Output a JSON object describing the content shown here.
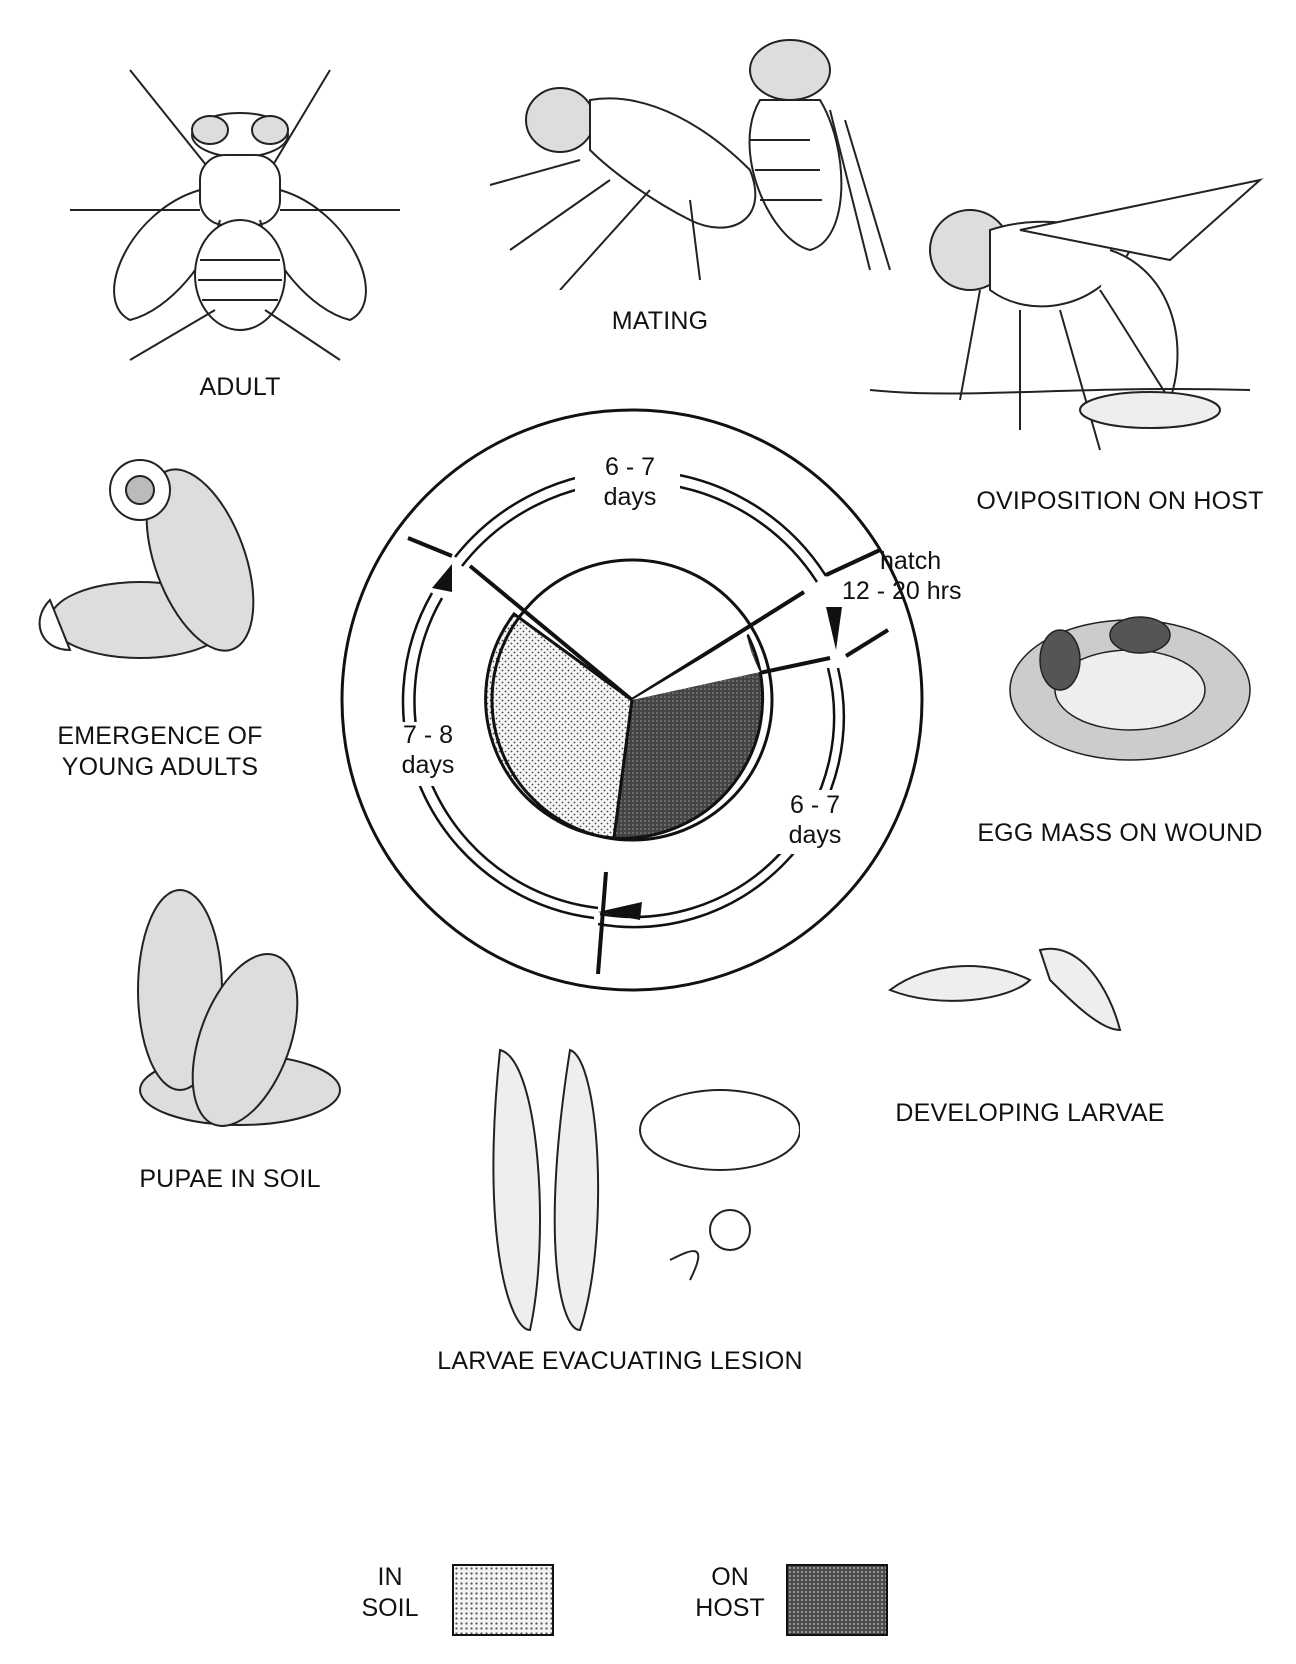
{
  "stages": {
    "adult": "ADULT",
    "mating": "MATING",
    "oviposition": "OVIPOSITION ON HOST",
    "egg_mass": "EGG MASS ON WOUND",
    "developing_larvae": "DEVELOPING LARVAE",
    "larvae_evacuating": "LARVAE EVACUATING LESION",
    "pupae": "PUPAE IN SOIL",
    "emergence_line1": "EMERGENCE OF",
    "emergence_line2": "YOUNG ADULTS"
  },
  "cycle": {
    "top_line1": "6 - 7",
    "top_line2": "days",
    "hatch_line1": "hatch",
    "hatch_line2": "12 - 20 hrs",
    "right_line1": "6 - 7",
    "right_line2": "days",
    "left_line1": "7 - 8",
    "left_line2": "days"
  },
  "legend": {
    "soil_line1": "IN",
    "soil_line2": "SOIL",
    "host_line1": "ON",
    "host_line2": "HOST"
  },
  "icons": [
    "adult-fly-icon",
    "mating-flies-icon",
    "ovipositing-fly-icon",
    "egg-mass-icon",
    "larvae-icon",
    "larvae-lesion-icon",
    "pupae-icon",
    "emerging-adult-icon"
  ]
}
